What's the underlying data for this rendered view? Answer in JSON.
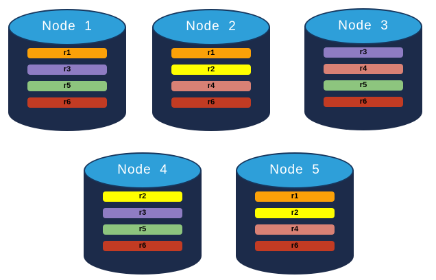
{
  "diagram": {
    "colors": {
      "background": "#FFFFFF",
      "cylinder_body": "#1C2B4A",
      "cylinder_top": "#2E9FD9",
      "cylinder_outline": "#17375E",
      "node_label_text": "#FFFFFF",
      "bar_text": "#000000"
    },
    "replica_colors": {
      "r1": "#FBA108",
      "r2": "#FFFF00",
      "r3": "#8E7CC3",
      "r4": "#D98175",
      "r5": "#8DC57E",
      "r6": "#C23B23"
    },
    "nodes": [
      {
        "label": "Node  1",
        "replicas": [
          "r1",
          "r3",
          "r5",
          "r6"
        ]
      },
      {
        "label": "Node  2",
        "replicas": [
          "r1",
          "r2",
          "r4",
          "r6"
        ]
      },
      {
        "label": "Node  3",
        "replicas": [
          "r3",
          "r4",
          "r5",
          "r6"
        ]
      },
      {
        "label": "Node  4",
        "replicas": [
          "r2",
          "r3",
          "r5",
          "r6"
        ]
      },
      {
        "label": "Node  5",
        "replicas": [
          "r1",
          "r2",
          "r4",
          "r6"
        ]
      }
    ]
  }
}
